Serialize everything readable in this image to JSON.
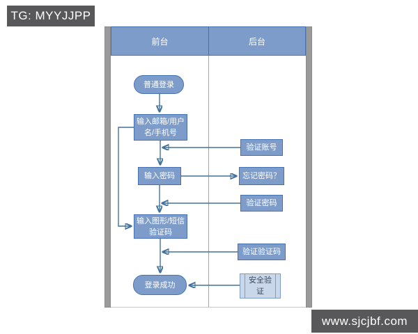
{
  "watermarks": {
    "top_left": "TG: MYYJJPP",
    "bottom_right": "www.sjcjbf.com"
  },
  "colors": {
    "shape_fill": "#7E9CC9",
    "shape_border": "#4672B4",
    "shape_text": "#FFFFFF",
    "predefined_fill": "#C9D7EB",
    "predefined_text": "#3F4A5A",
    "connector": "#41719C",
    "lane_header_fill": "#7E9CC9",
    "pool_side_bar": "#9A9A9A",
    "watermark_bg": "#58585A",
    "watermark_text": "#FFFFFF"
  },
  "diagram": {
    "lanes": [
      {
        "label": "前台"
      },
      {
        "label": "后台"
      }
    ],
    "nodes": [
      {
        "id": "start",
        "type": "terminator",
        "lane": "前台",
        "lines": [
          "普通登录"
        ]
      },
      {
        "id": "input-account",
        "type": "process",
        "lane": "前台",
        "lines": [
          "输入邮箱/用户",
          "名/手机号"
        ]
      },
      {
        "id": "input-password",
        "type": "process",
        "lane": "前台",
        "lines": [
          "输入密码"
        ]
      },
      {
        "id": "input-captcha",
        "type": "process",
        "lane": "前台",
        "lines": [
          "输入图形/短信",
          "验证码"
        ]
      },
      {
        "id": "login-success",
        "type": "terminator",
        "lane": "前台",
        "lines": [
          "登录成功"
        ]
      },
      {
        "id": "verify-account",
        "type": "process",
        "lane": "后台",
        "lines": [
          "验证账号"
        ]
      },
      {
        "id": "forgot-password",
        "type": "process",
        "lane": "后台",
        "lines": [
          "忘记密码？"
        ]
      },
      {
        "id": "verify-password",
        "type": "process",
        "lane": "后台",
        "lines": [
          "验证密码"
        ]
      },
      {
        "id": "verify-captcha",
        "type": "process",
        "lane": "后台",
        "lines": [
          "验证验证码"
        ]
      },
      {
        "id": "security-verify",
        "type": "predefined-process",
        "lane": "后台",
        "lines": [
          "安全验",
          "证"
        ]
      }
    ],
    "edges": [
      {
        "from": "start",
        "to": "input-account",
        "direction": "down"
      },
      {
        "from": "input-account",
        "to": "input-password",
        "direction": "down"
      },
      {
        "from": "verify-account",
        "to": "main-flow-line",
        "direction": "left"
      },
      {
        "from": "input-password",
        "to": "forgot-password",
        "direction": "right"
      },
      {
        "from": "input-password",
        "to": "input-captcha",
        "direction": "down"
      },
      {
        "from": "verify-password",
        "to": "main-flow-line",
        "direction": "left"
      },
      {
        "from": "input-account",
        "to": "input-captcha",
        "direction": "left-loop"
      },
      {
        "from": "input-captcha",
        "to": "login-success",
        "direction": "down"
      },
      {
        "from": "verify-captcha",
        "to": "main-flow-line",
        "direction": "left"
      },
      {
        "from": "security-verify",
        "to": "login-success",
        "direction": "left"
      }
    ]
  }
}
